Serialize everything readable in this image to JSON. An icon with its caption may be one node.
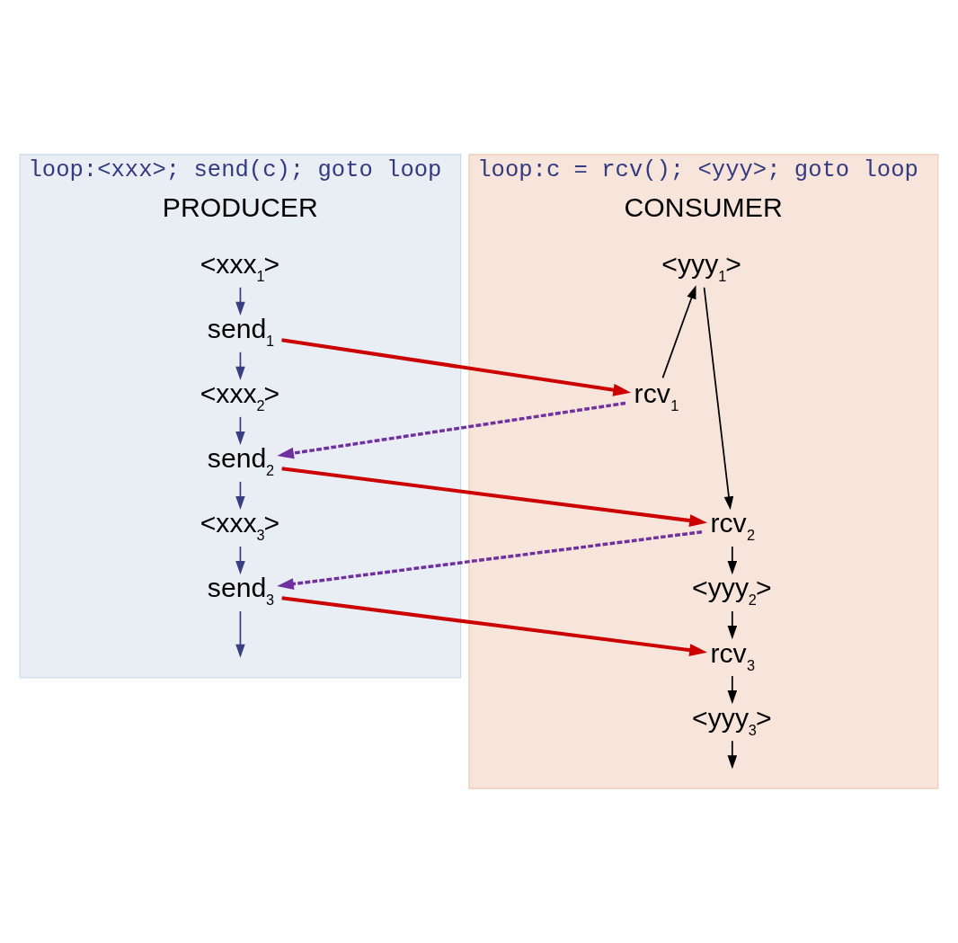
{
  "diagram": {
    "nodes": [
      {
        "text": [
          "loop:<xxx>; send(c); goto loop",
          "PRODUCER"
        ]
      },
      {
        "text": [
          "<xxx$_{1}$>"
        ],
        "in": 0
      },
      {
        "text": [
          "send$_{1}$"
        ],
        "in": 0
      },
      {
        "text": [
          "<xxx$_{2}$>"
        ],
        "in": 0
      },
      {
        "text": [
          "send$_{2}$"
        ],
        "in": 0
      },
      {
        "text": [
          "<xxx$_{3}$>"
        ],
        "in": 0
      },
      {
        "text": [
          "send$_{3}$"
        ],
        "in": 0
      },
      {
        "text": [
          "loop:c = rcv(); <yyy>; goto loop",
          "CONSUMER"
        ]
      },
      {
        "text": [
          "rcv$_{1}$"
        ],
        "in": 7
      },
      {
        "text": [
          "<yyy$_{1}$>"
        ],
        "in": 7
      },
      {
        "text": [
          "rcv$_{2}$"
        ],
        "in": 7
      },
      {
        "text": [
          "<yyy$_{2}$>"
        ],
        "in": 7
      },
      {
        "text": [
          "rcv$_{3}$"
        ],
        "in": 7
      },
      {
        "text": [
          "<yyy$_{3}$>"
        ],
        "in": 7
      }
    ],
    "edges": [
      {
        "from": 1,
        "to": 2,
        "arrow": "to",
        "color": "#3b3f80"
      },
      {
        "from": 2,
        "to": 3,
        "arrow": "to",
        "color": "#3b3f80"
      },
      {
        "from": 3,
        "to": 4,
        "arrow": "to",
        "color": "#3b3f80"
      },
      {
        "from": 4,
        "to": 5,
        "arrow": "to",
        "color": "#3b3f80"
      },
      {
        "from": 5,
        "to": 6,
        "arrow": "to",
        "color": "#3b3f80"
      },
      {
        "from": 6,
        "to": null,
        "arrow": "to",
        "color": "#3b3f80"
      },
      {
        "from": 2,
        "to": 8,
        "arrow": "to",
        "style": "thick",
        "color": "#cc0000"
      },
      {
        "from": 8,
        "to": 4,
        "arrow": "to",
        "style": "dashed",
        "color": "#7030a0"
      },
      {
        "from": 4,
        "to": 10,
        "arrow": "to",
        "style": "thick",
        "color": "#cc0000"
      },
      {
        "from": 10,
        "to": 6,
        "arrow": "to",
        "style": "dashed",
        "color": "#7030a0"
      },
      {
        "from": 6,
        "to": 12,
        "arrow": "to",
        "style": "thick",
        "color": "#cc0000"
      },
      {
        "from": 8,
        "to": 9,
        "arrow": "to",
        "color": "#000000"
      },
      {
        "from": 9,
        "to": 10,
        "arrow": "to",
        "color": "#000000"
      },
      {
        "from": 10,
        "to": 11,
        "arrow": "to",
        "color": "#000000"
      },
      {
        "from": 11,
        "to": 12,
        "arrow": "to",
        "color": "#000000"
      },
      {
        "from": 12,
        "to": 13,
        "arrow": "to",
        "color": "#000000"
      },
      {
        "from": 13,
        "to": null,
        "arrow": "to",
        "color": "#000000"
      }
    ]
  }
}
